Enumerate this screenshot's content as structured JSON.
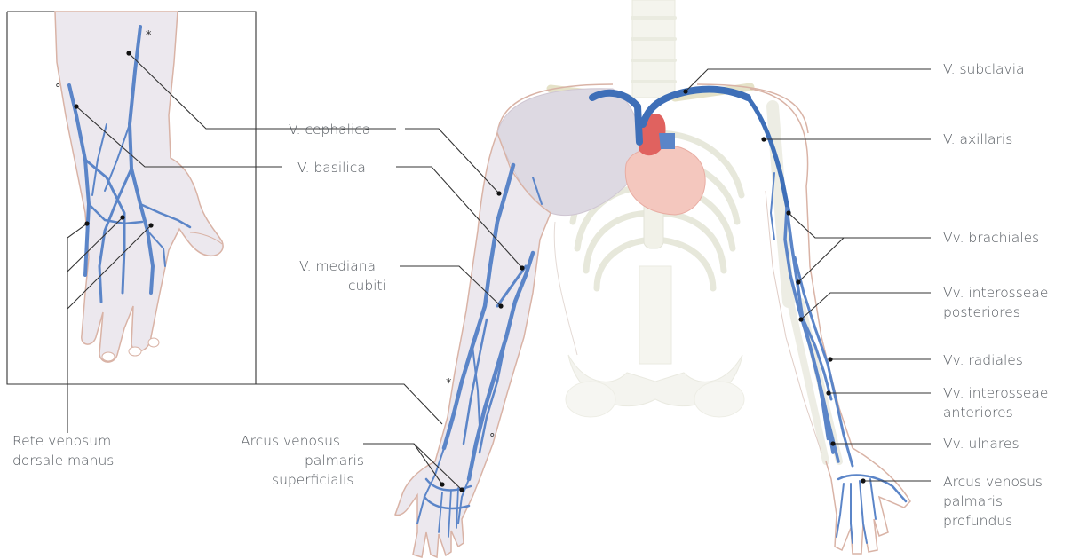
{
  "labels": {
    "cephalica": "V. cephalica",
    "basilica": "V. basilica",
    "mediana_l1": "V. mediana",
    "mediana_l2": "cubiti",
    "rete_l1": "Rete venosum",
    "rete_l2": "dorsale manus",
    "arcus_sup_l1": "Arcus venosus",
    "arcus_sup_l2": "palmaris",
    "arcus_sup_l3": "superficialis",
    "subclavia": "V. subclavia",
    "axillaris": "V. axillaris",
    "brachiales": "Vv. brachiales",
    "interosseae_post_l1": "Vv. interosseae",
    "interosseae_post_l2": "posteriores",
    "radiales": "Vv. radiales",
    "interosseae_ant_l1": "Vv. interosseae",
    "interosseae_ant_l2": "anteriores",
    "ulnares": "Vv. ulnares",
    "arcus_prof_l1": "Arcus venosus",
    "arcus_prof_l2": "palmaris",
    "arcus_prof_l3": "profundus"
  },
  "markers": {
    "asterisk": "*",
    "circle": "°"
  },
  "colors": {
    "vein": "#5b85c8",
    "skin": "#ece8ee",
    "skin_outline": "#d9b3a6",
    "heart_red": "#e0625f",
    "heart_pink": "#f4c7be",
    "bone": "#e5e6d8",
    "label_text": "#555a60"
  }
}
